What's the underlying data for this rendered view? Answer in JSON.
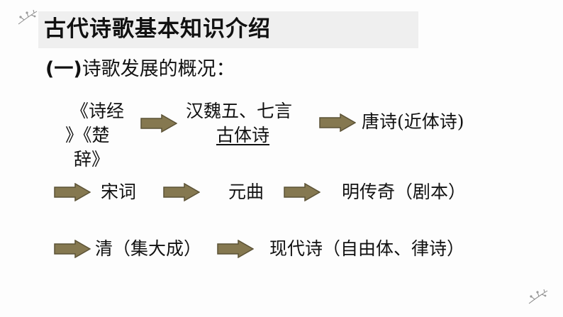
{
  "title": "古代诗歌基本知识介绍",
  "subtitle": {
    "num": "(一)",
    "text": "诗歌发展的概况："
  },
  "row1": {
    "item1_line1": "《诗经",
    "item1_line2": "》《楚",
    "item1_line3": "辞》",
    "item2_line1": "汉魏五、七言",
    "item2_line2": "古体诗",
    "item3": "唐诗(近体诗)"
  },
  "row2": {
    "item1": "宋词",
    "item2": "元曲",
    "item3": "明传奇（剧本）"
  },
  "row3": {
    "item1": "清（集大成）",
    "item2": "现代诗（自由体、律诗）"
  },
  "colors": {
    "arrow_fill": "#857850",
    "arrow_stroke": "#5b5236",
    "title_bar": "#efefef"
  },
  "icons": [
    "right-arrow-icon",
    "sprig-decoration-icon"
  ]
}
